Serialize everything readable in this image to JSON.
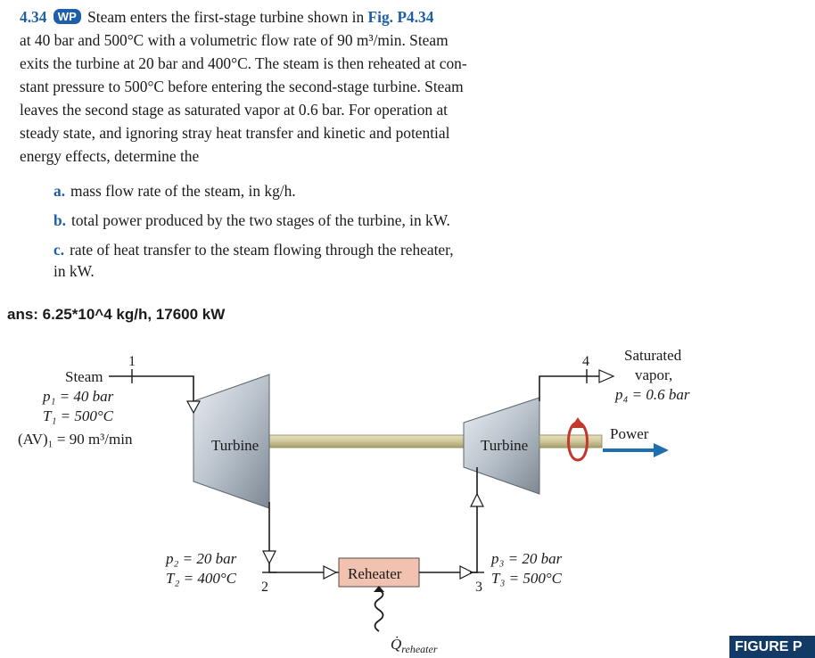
{
  "problem": {
    "number": "4.34",
    "badge": "WP",
    "intro_1": "Steam enters the first-stage turbine shown in",
    "fig_ref": "Fig. P4.34",
    "line_2": "at 40 bar and 500°C with a volumetric flow rate of 90 m³/min. Steam",
    "line_3": "exits the turbine at 20 bar and 400°C. The steam is then reheated at con-",
    "line_4": "stant pressure to 500°C before entering the second-stage turbine. Steam",
    "line_5": "leaves the second stage as saturated vapor at 0.6 bar. For operation at",
    "line_6": "steady state, and ignoring stray heat transfer and kinetic and potential",
    "line_7": "energy effects, determine the"
  },
  "parts": [
    {
      "label": "a.",
      "text": "mass flow rate of the steam, in kg/h."
    },
    {
      "label": "b.",
      "text": "total power produced by the two stages of the turbine, in kW."
    },
    {
      "label": "c.",
      "text": "rate of heat transfer to the steam flowing through the reheater,",
      "text_2": "in kW."
    }
  ],
  "answer": "ans: 6.25*10^4 kg/h, 17600 kW",
  "figure": {
    "turbine_1": "Turbine",
    "turbine_2": "Turbine",
    "reheater": "Reheater",
    "state_1": "1",
    "state_2": "2",
    "state_3": "3",
    "state_4": "4",
    "steam": "Steam",
    "p1": "p₁ = 40 bar",
    "t1": "T₁ = 500°C",
    "av1": "(AV)₁ = 90 m³/min",
    "p2": "p₂ = 20 bar",
    "t2": "T₂ = 400°C",
    "p3": "p₃ = 20 bar",
    "t3": "T₃ = 500°C",
    "saturated": "Saturated",
    "vapor": "vapor,",
    "p4": "p₄ = 0.6 bar",
    "power": "Power",
    "q_symbol": "Q̇",
    "q_sub": "reheater"
  },
  "figure_tag": "FIGURE P",
  "colors": {
    "accent": "#1f5fa8",
    "reheater_fill": "#f2c2b0",
    "rotation_arrow": "#c0392b",
    "power_arrow": "#1f6fb0"
  }
}
